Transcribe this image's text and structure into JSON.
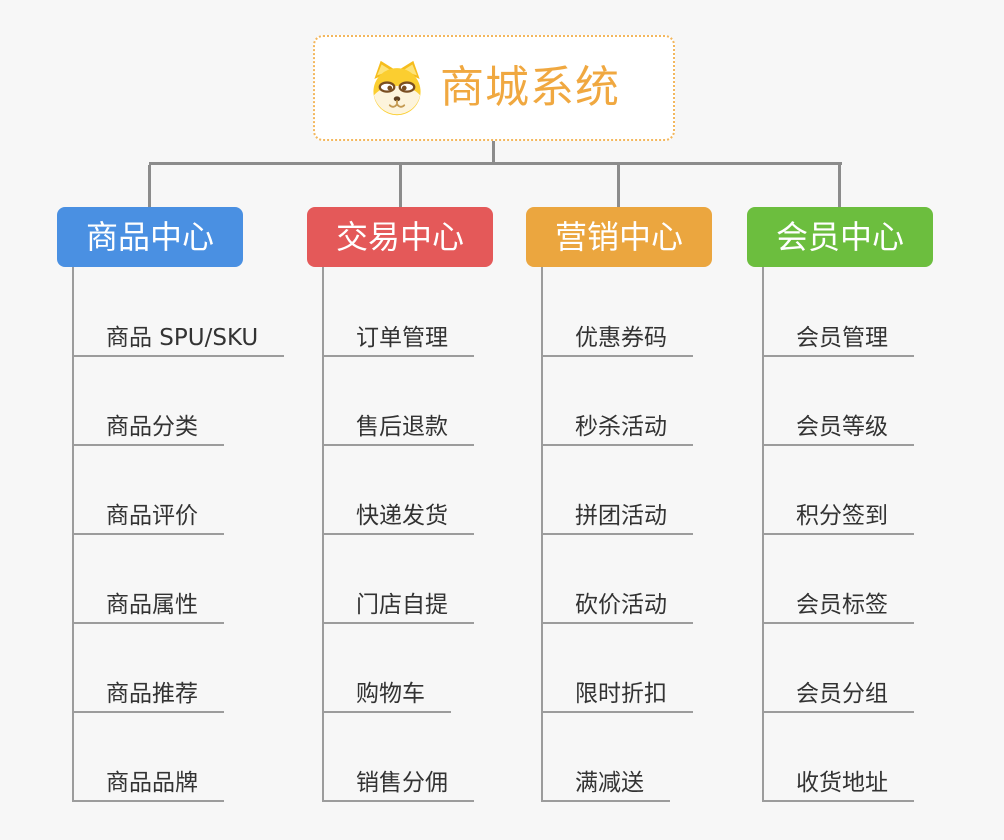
{
  "root": {
    "title": "商城系统",
    "icon": "dog-face-icon",
    "title_color": "#f0a840",
    "border_color": "#f3b75d"
  },
  "connector_color": "#8c8c8c",
  "underline_color": "#9c9c9c",
  "branches": [
    {
      "label": "商品中心",
      "color": "#4a90e2",
      "items": [
        "商品 SPU/SKU",
        "商品分类",
        "商品评价",
        "商品属性",
        "商品推荐",
        "商品品牌"
      ]
    },
    {
      "label": "交易中心",
      "color": "#e45959",
      "items": [
        "订单管理",
        "售后退款",
        "快递发货",
        "门店自提",
        "购物车",
        "销售分佣"
      ]
    },
    {
      "label": "营销中心",
      "color": "#eba63f",
      "items": [
        "优惠券码",
        "秒杀活动",
        "拼团活动",
        "砍价活动",
        "限时折扣",
        "满减送"
      ]
    },
    {
      "label": "会员中心",
      "color": "#6cbe3e",
      "items": [
        "会员管理",
        "会员等级",
        "积分签到",
        "会员标签",
        "会员分组",
        "收货地址"
      ]
    }
  ]
}
